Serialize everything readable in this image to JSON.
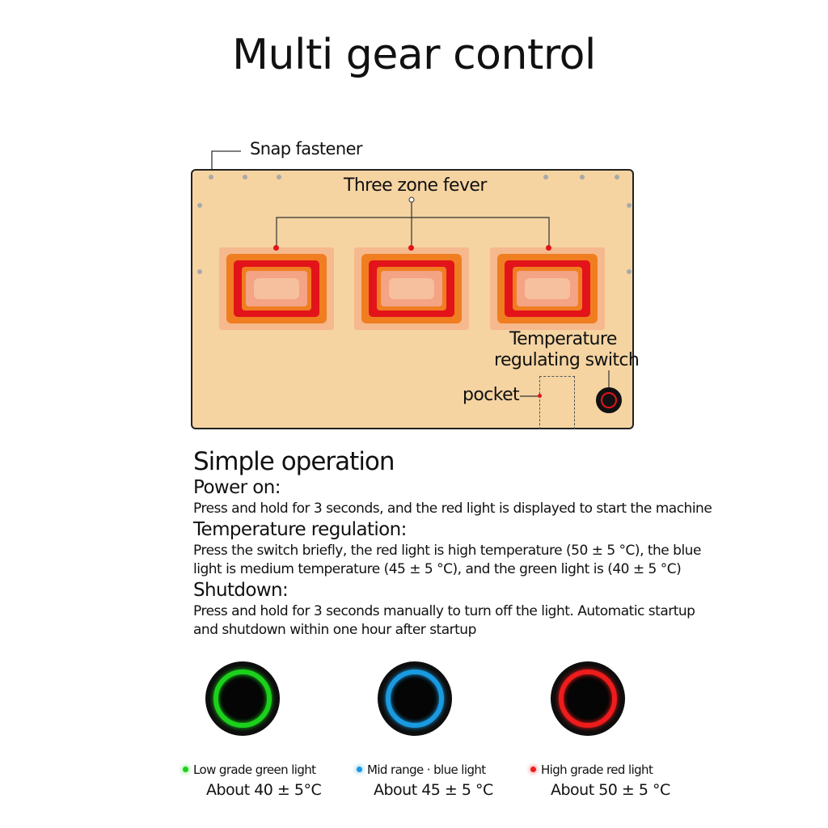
{
  "title": "Multi gear control",
  "diagram": {
    "snap_fastener_label": "Snap fastener",
    "three_zone_label": "Three zone fever",
    "temp_switch_label_line1": "Temperature",
    "temp_switch_label_line2": "regulating switch",
    "pocket_label": "pocket"
  },
  "operation": {
    "heading": "Simple operation",
    "power_on_heading": "Power on:",
    "power_on_text": "Press and hold for 3 seconds, and the red light is displayed to start the machine",
    "temp_heading": "Temperature regulation:",
    "temp_text_line1": "Press the switch briefly, the red light is high temperature (50 ± 5 °C), the blue",
    "temp_text_line2": "light is medium temperature (45 ± 5 °C), and the green light is (40 ± 5 °C)",
    "shutdown_heading": "Shutdown:",
    "shutdown_text_line1": "Press and hold for 3 seconds manually to turn off the light. Automatic startup",
    "shutdown_text_line2": "and shutdown within one hour after startup"
  },
  "gears": [
    {
      "label": "Low grade green light",
      "temp": "About 40 ± 5°C",
      "color": "#1bd11b"
    },
    {
      "label": "Mid range · blue light",
      "temp": "About 45 ± 5 °C",
      "color": "#1a9ae0"
    },
    {
      "label": "High grade red light",
      "temp": "About 50 ± 5 °C",
      "color": "#ee1c1c"
    }
  ],
  "colors": {
    "panel": "#f5d4a2",
    "heat_red": "#e2141a",
    "heat_orange": "#f07e21"
  }
}
